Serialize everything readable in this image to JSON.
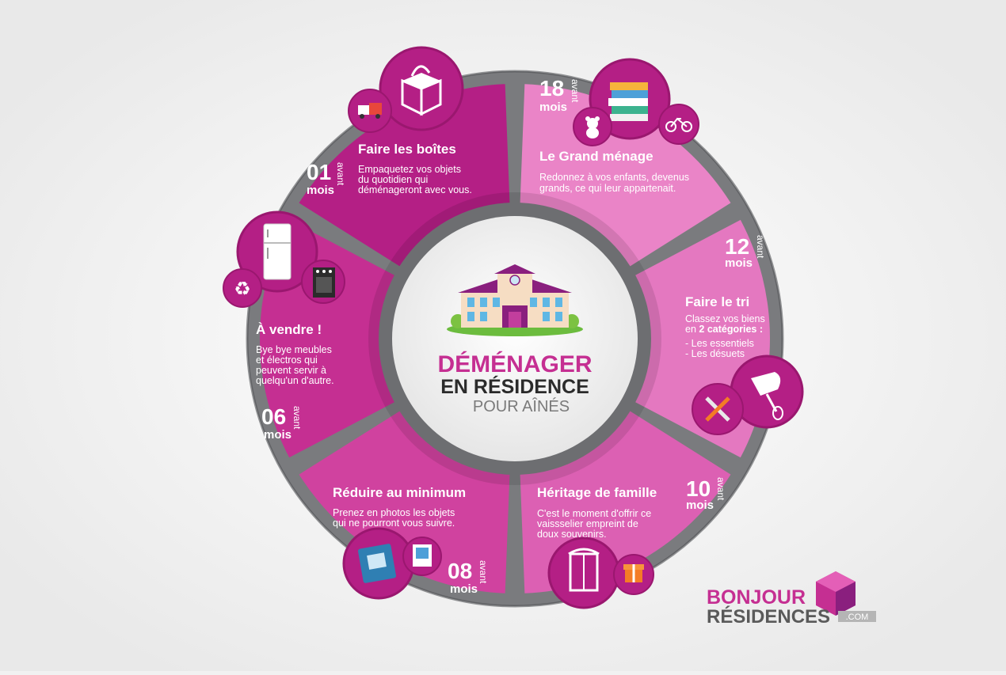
{
  "center": {
    "title_line1": "DÉMÉNAGER",
    "title_line2": "EN RÉSIDENCE",
    "title_line3": "POUR AÎNÉS"
  },
  "segments": [
    {
      "number": "18",
      "unit": "mois",
      "qualifier": "avant",
      "title": "Le Grand ménage",
      "desc": [
        "Redonnez à vos enfants, devenus",
        "grands, ce qui leur appartenait."
      ],
      "color": "#ea84c7"
    },
    {
      "number": "12",
      "unit": "mois",
      "qualifier": "avant",
      "title": "Faire le tri",
      "desc_intro": "Classez vos biens",
      "desc_prefix": "en ",
      "desc_bold": "2 catégories :",
      "desc_items": [
        "- Les essentiels",
        "- Les désuets"
      ],
      "color": "#e478c0"
    },
    {
      "number": "10",
      "unit": "mois",
      "qualifier": "avant",
      "title": "Héritage de famille",
      "desc": [
        "C'est le moment d'offrir ce",
        "vaissselier empreint de",
        "doux souvenirs."
      ],
      "color": "#dc60b3"
    },
    {
      "number": "08",
      "unit": "mois",
      "qualifier": "avant",
      "title": "Réduire au minimum",
      "desc": [
        "Prenez en photos les objets",
        "qui ne pourront vous suivre."
      ],
      "color": "#d0429f"
    },
    {
      "number": "06",
      "unit": "mois",
      "qualifier": "avant",
      "title": "À vendre !",
      "desc": [
        "Bye bye meubles",
        "et électros qui",
        "peuvent servir à",
        "quelqu'un d'autre."
      ],
      "color": "#c52f92"
    },
    {
      "number": "01",
      "unit": "mois",
      "qualifier": "avant",
      "title": "Faire les boîtes",
      "desc": [
        "Empaquetez vos objets",
        "du quotidien qui",
        "déménageront avec vous."
      ],
      "color": "#b41f85"
    }
  ],
  "logo": {
    "line1": "BONJOUR",
    "line2": "RÉSIDENCES",
    "suffix": ".COM"
  },
  "icons": [
    "moving-box-icon",
    "truck-icon",
    "books-icon",
    "teddy-bear-icon",
    "bicycle-icon",
    "fridge-icon",
    "stove-icon",
    "recycle-icon",
    "tools-icon",
    "hand-mixer-icon",
    "photo-album-icon",
    "polaroid-icon",
    "armoire-icon",
    "gift-icon",
    "residence-building-icon"
  ],
  "colors": {
    "magenta_dark": "#b41f85",
    "magenta": "#c52f92",
    "pink": "#ea84c7",
    "grey_center": "#f4f4f4",
    "grey_ring": "#6d6e71",
    "text_dark": "#2b2b2b",
    "text_grey": "#7a7a7a"
  }
}
